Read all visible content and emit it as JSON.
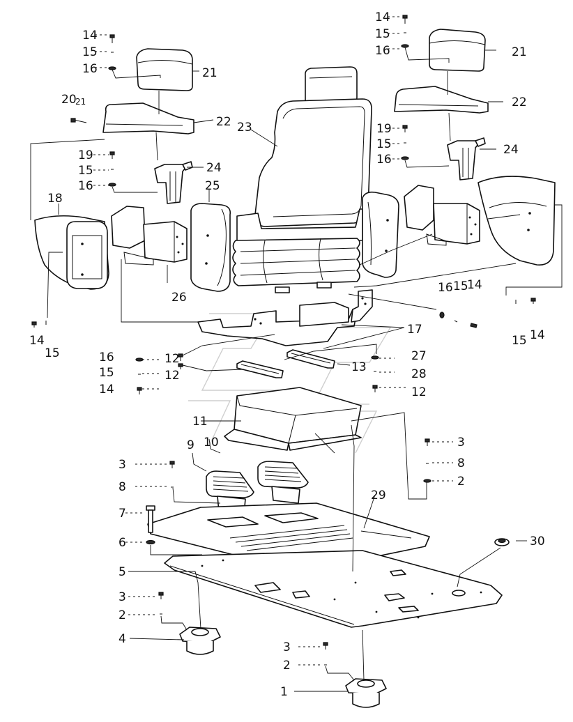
{
  "callouts": {
    "c1": "1",
    "c2a": "2",
    "c2b": "2",
    "c2c": "2",
    "c3a": "3",
    "c3b": "3",
    "c3c": "3",
    "c3d": "3",
    "c4": "4",
    "c5": "5",
    "c6": "6",
    "c7": "7",
    "c8a": "8",
    "c8b": "8",
    "c9": "9",
    "c10": "10",
    "c11": "11",
    "c12a": "12",
    "c12b": "12",
    "c12c": "12",
    "c13": "13",
    "c14a": "14",
    "c14b": "14",
    "c14c": "14",
    "c14d": "14",
    "c14e": "14",
    "c15a": "15",
    "c15b": "15",
    "c15c": "15",
    "c15d": "15",
    "c15e": "15",
    "c15f": "15",
    "c15g": "15",
    "c16a": "16",
    "c16b": "16",
    "c16c": "16",
    "c16d": "16",
    "c16e": "16",
    "c16f": "16",
    "c17": "17",
    "c18": "18",
    "c19a": "19",
    "c19b": "19",
    "c20": "20",
    "c20b": "21",
    "c21a": "21",
    "c21b": "21",
    "c22a": "22",
    "c22b": "22",
    "c23": "23",
    "c24a": "24",
    "c24b": "24",
    "c25": "25",
    "c26": "26",
    "c27": "27",
    "c28": "28",
    "c29": "29",
    "c30": "30"
  }
}
